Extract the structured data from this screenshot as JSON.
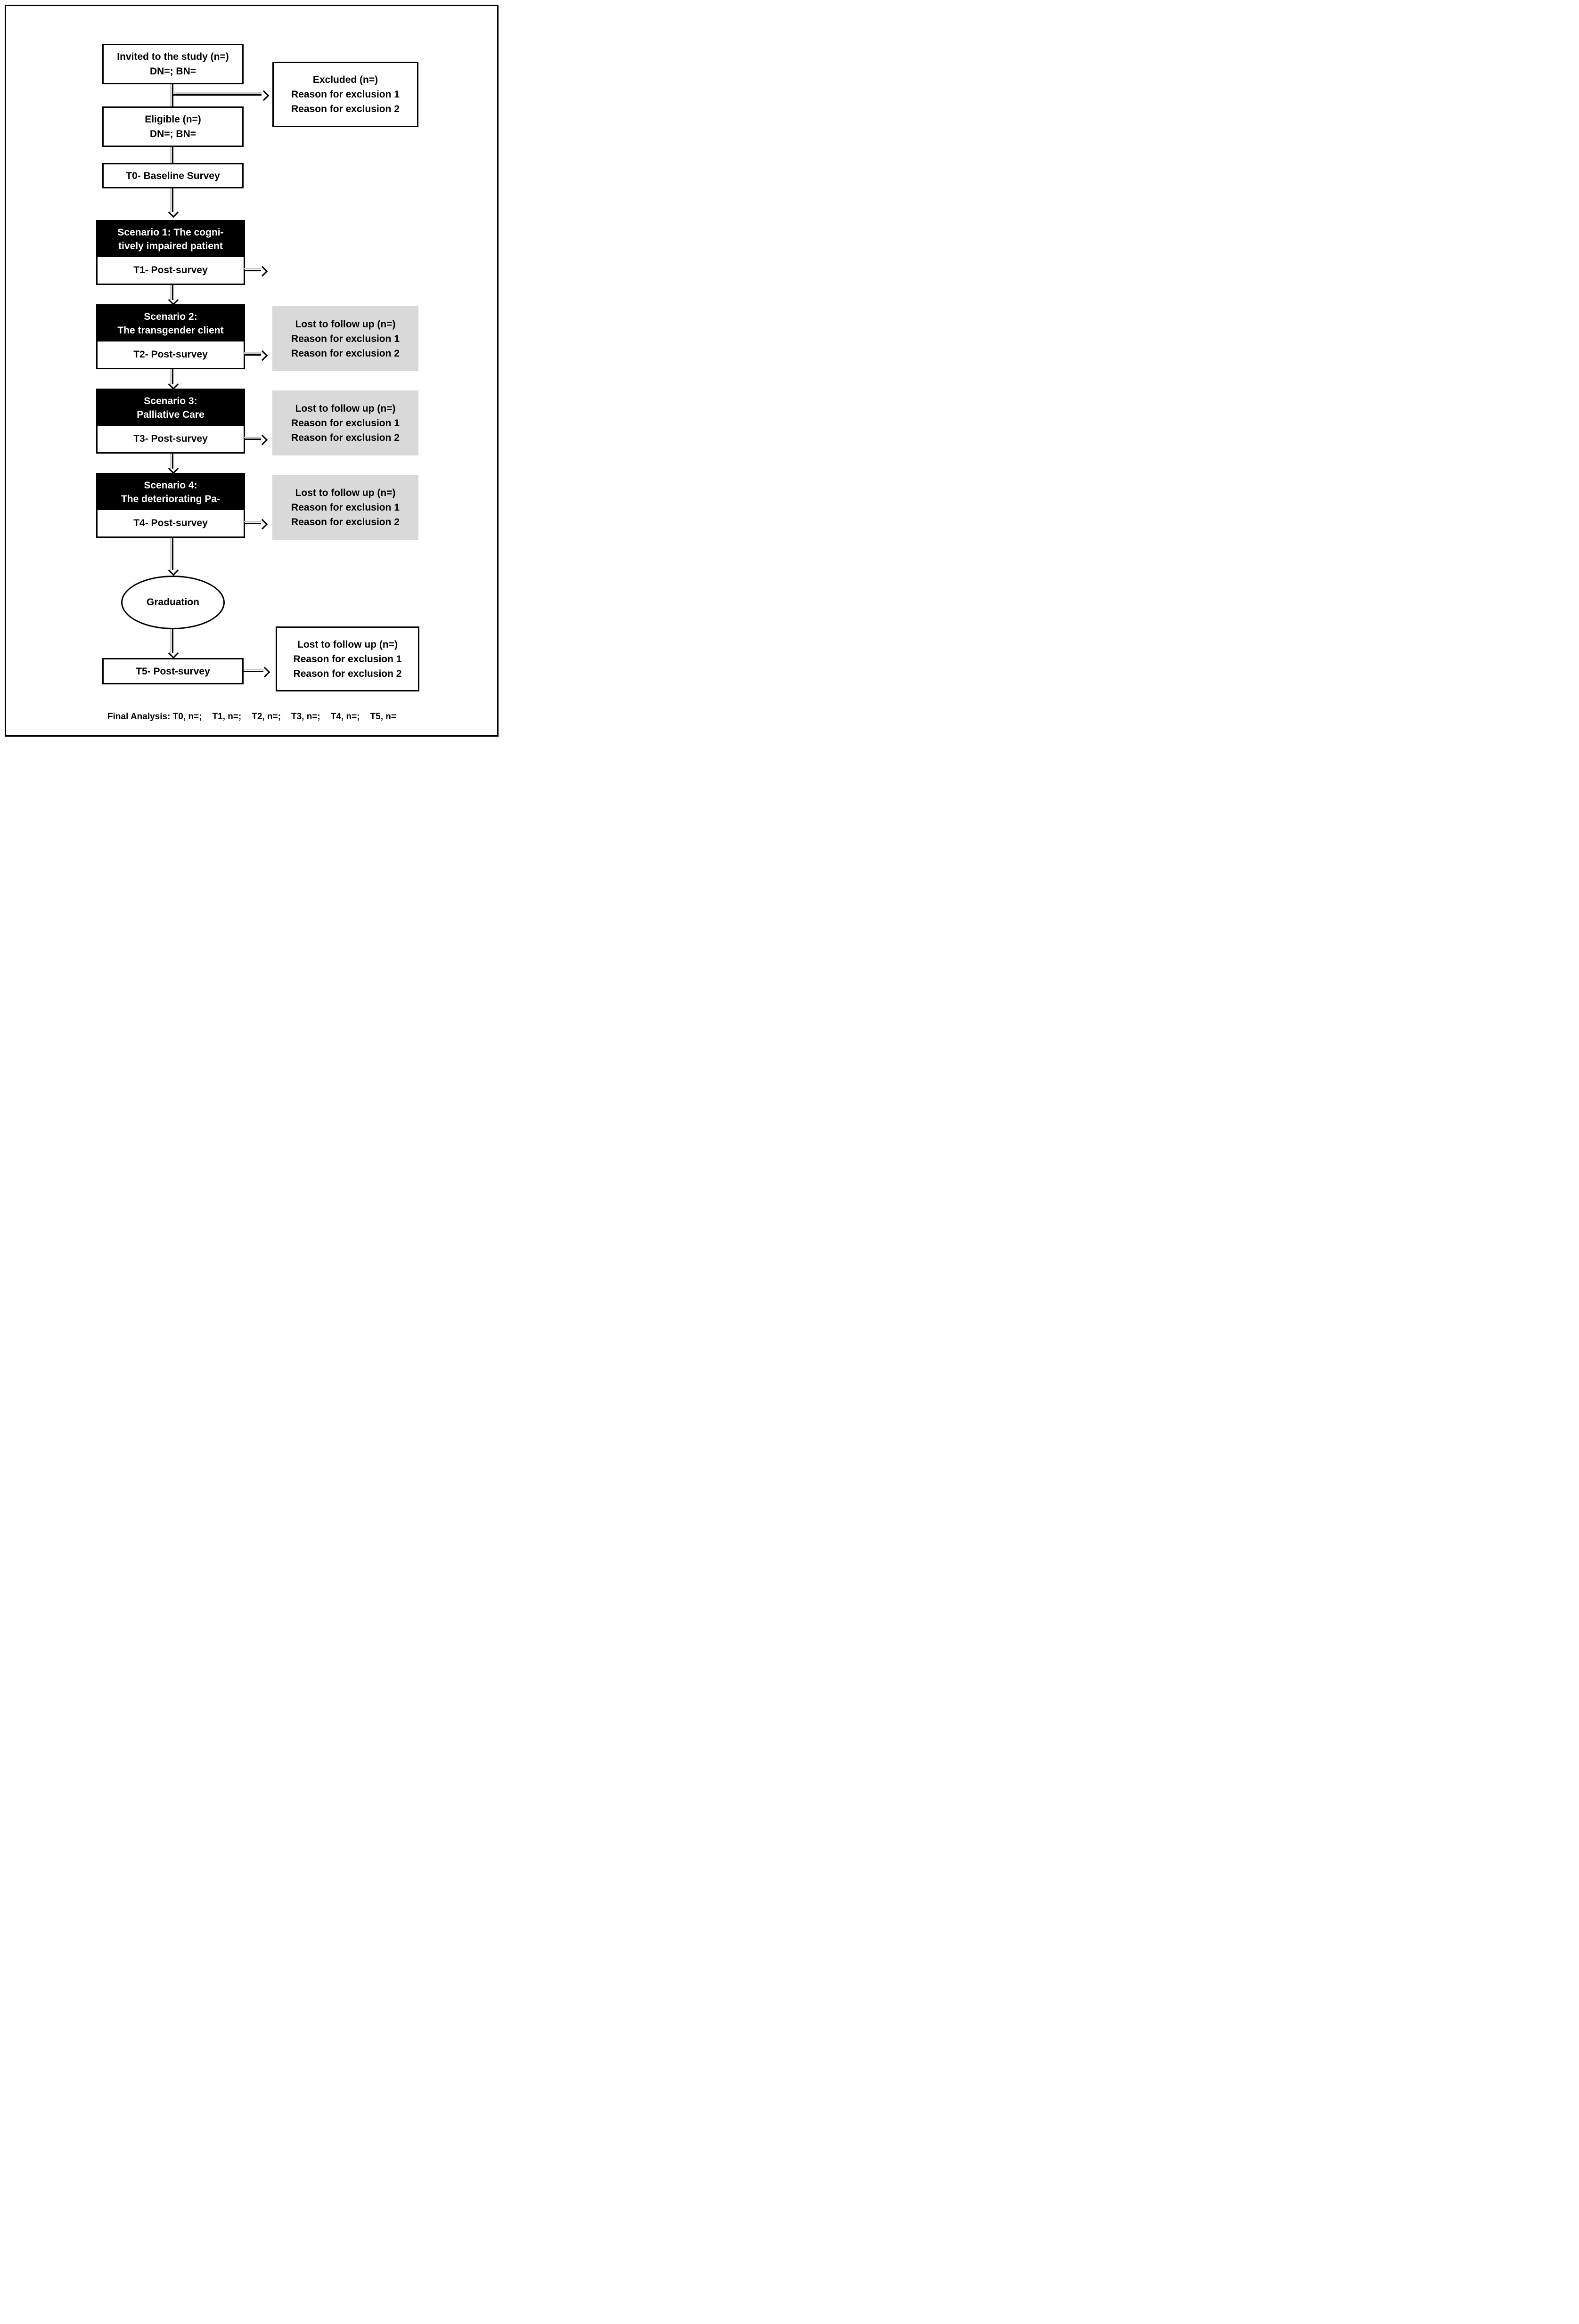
{
  "colors": {
    "scenario_header_bg": "#000000",
    "scenario_header_text": "#ffffff",
    "lost_box_bg": "#d9d9d9",
    "box_border": "#000000",
    "line_shadow": "#c9c9c9",
    "background": "#ffffff"
  },
  "nodes": {
    "invited": {
      "lines": [
        "Invited to the study (n=)",
        "DN=; BN="
      ]
    },
    "excluded": {
      "lines": [
        "Excluded (n=)",
        "Reason for exclusion 1",
        "Reason for exclusion 2"
      ]
    },
    "eligible": {
      "lines": [
        "Eligible (n=)",
        "DN=; BN="
      ]
    },
    "t0": {
      "label": "T0- Baseline Survey"
    },
    "scenario1": {
      "header": [
        "Scenario 1: The cogni-",
        "tively impaired patient"
      ],
      "survey": "T1- Post-survey"
    },
    "scenario2": {
      "header": [
        "Scenario 2:",
        "The transgender client"
      ],
      "survey": "T2- Post-survey"
    },
    "scenario3": {
      "header": [
        "Scenario 3:",
        "Palliative Care"
      ],
      "survey": "T3- Post-survey"
    },
    "scenario4": {
      "header": [
        "Scenario 4:",
        "The deteriorating Pa-"
      ],
      "survey": "T4- Post-survey"
    },
    "lost_s2": {
      "lines": [
        "Lost to follow up (n=)",
        "Reason for exclusion 1",
        "Reason for exclusion 2"
      ]
    },
    "lost_s3": {
      "lines": [
        "Lost to follow up (n=)",
        "Reason for exclusion 1",
        "Reason for exclusion 2"
      ]
    },
    "lost_s4": {
      "lines": [
        "Lost to follow up (n=)",
        "Reason for exclusion 1",
        "Reason for exclusion 2"
      ]
    },
    "graduation": {
      "label": "Graduation"
    },
    "t5": {
      "label": "T5- Post-survey"
    },
    "lost_t5": {
      "lines": [
        "Lost to follow up (n=)",
        "Reason for exclusion 1",
        "Reason for exclusion 2"
      ]
    }
  },
  "footer": {
    "items": [
      "Final Analysis: T0, n=;",
      "T1, n=;",
      "T2, n=;",
      "T3, n=;",
      "T4, n=;",
      "T5, n="
    ]
  }
}
